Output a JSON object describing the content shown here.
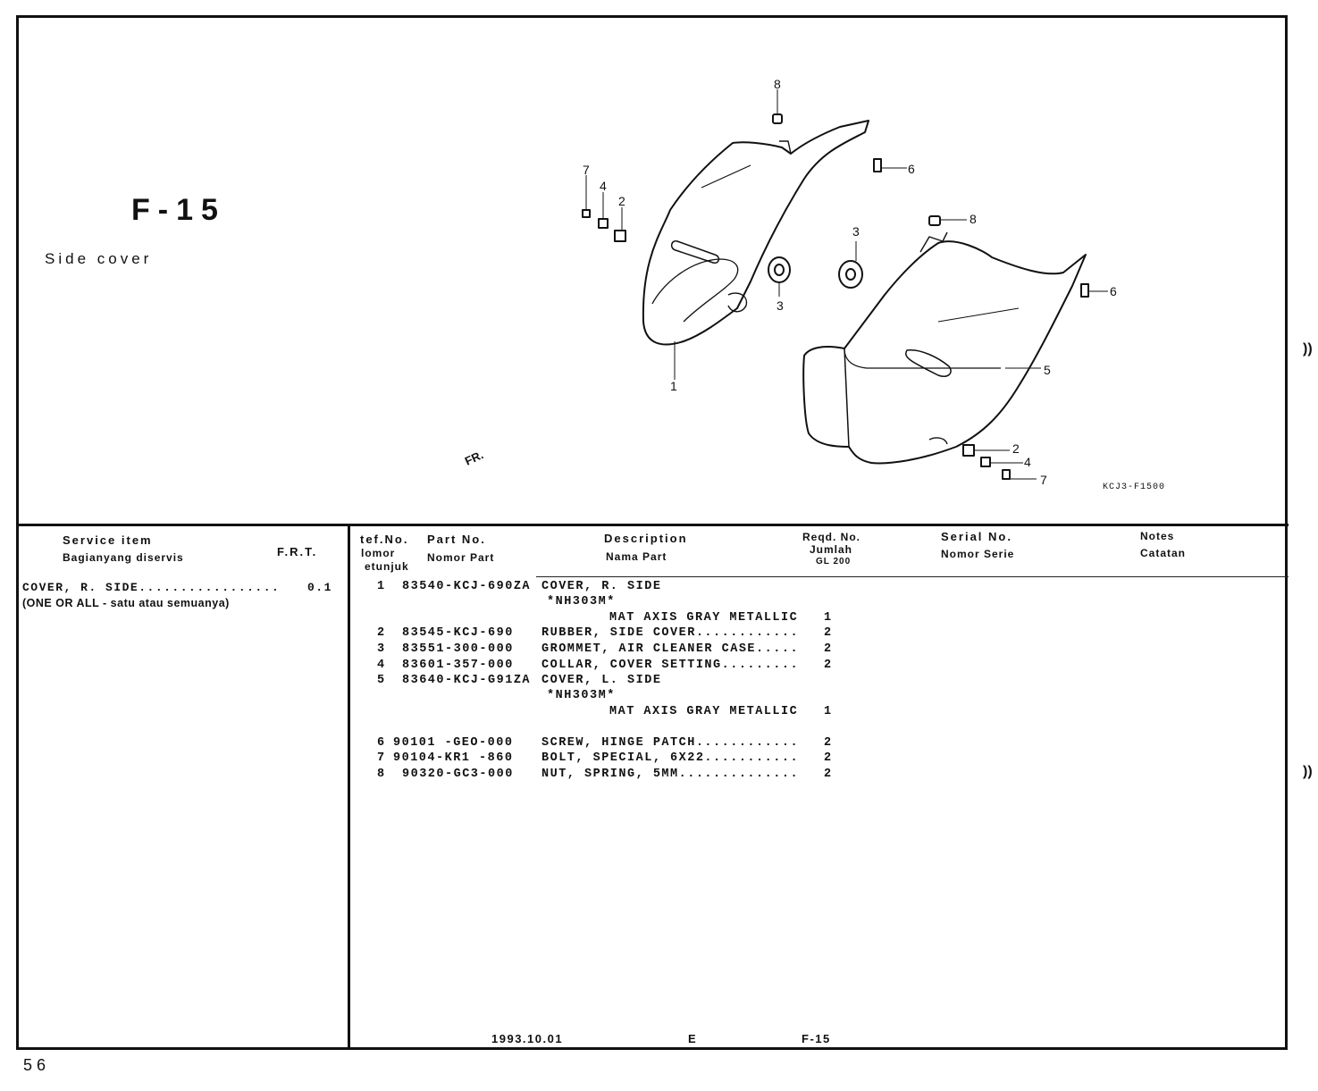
{
  "header": {
    "title": "F-15",
    "subtitle": "Side cover",
    "figure_code": "KCJ3-F1500",
    "front_label": "FR."
  },
  "callouts": {
    "c8a": "8",
    "c7a": "7",
    "c4a": "4",
    "c2a": "2",
    "c6a": "6",
    "c3a": "3",
    "c3b": "3",
    "c8b": "8",
    "c6b": "6",
    "c1": "1",
    "c5": "5",
    "c2b": "2",
    "c4b": "4",
    "c7b": "7"
  },
  "columns": {
    "service_item": "Service  item",
    "service_item_local": "Bagianyang  diservis",
    "frt": "F.R.T.",
    "ref_no": "tef.No.",
    "ref_no_local1": "lomor",
    "ref_no_local2": "etunjuk",
    "part_no": "Part  No.",
    "part_no_local": "Nomor  Part",
    "description": "Description",
    "description_local": "Nama  Part",
    "reqd_no": "Reqd. No.",
    "reqd_no_local": "Jumlah",
    "model": "GL 200",
    "serial_no": "Serial  No.",
    "serial_no_local": "Nomor  Serie",
    "notes": "Notes",
    "notes_local": "Catatan"
  },
  "service": {
    "item": "COVER, R. SIDE.................",
    "frt": "0.1",
    "note": "(ONE OR ALL - satu atau semuanya)"
  },
  "parts": [
    {
      "ref": "1",
      "part_no": "83540-KCJ-690ZA",
      "desc": "COVER, R. SIDE",
      "qty": ""
    },
    {
      "ref": "",
      "part_no": "",
      "desc": "*NH303M*",
      "qty": ""
    },
    {
      "ref": "",
      "part_no": "",
      "desc": "MAT AXIS GRAY METALLIC",
      "qty": "1"
    },
    {
      "ref": "2",
      "part_no": "83545-KCJ-690",
      "desc": "RUBBER, SIDE COVER............",
      "qty": "2"
    },
    {
      "ref": "3",
      "part_no": "83551-300-000",
      "desc": "GROMMET, AIR CLEANER CASE.....",
      "qty": "2"
    },
    {
      "ref": "4",
      "part_no": "83601-357-000",
      "desc": "COLLAR, COVER SETTING.........",
      "qty": "2"
    },
    {
      "ref": "5",
      "part_no": "83640-KCJ-G91ZA",
      "desc": "COVER, L. SIDE",
      "qty": ""
    },
    {
      "ref": "",
      "part_no": "",
      "desc": "*NH303M*",
      "qty": ""
    },
    {
      "ref": "",
      "part_no": "",
      "desc": "MAT AXIS GRAY METALLIC",
      "qty": "1"
    },
    {
      "ref": "6",
      "part_no": "90101 -GEO-000",
      "desc": "SCREW, HINGE PATCH............",
      "qty": "2"
    },
    {
      "ref": "7",
      "part_no": "90104-KR1 -860",
      "desc": "BOLT, SPECIAL, 6X22...........",
      "qty": "2"
    },
    {
      "ref": "8",
      "part_no": "90320-GC3-000",
      "desc": "NUT, SPRING, 5MM..............",
      "qty": "2"
    }
  ],
  "footer": {
    "date": "1993.10.01",
    "edition": "E",
    "code": "F-15",
    "page": "56"
  }
}
